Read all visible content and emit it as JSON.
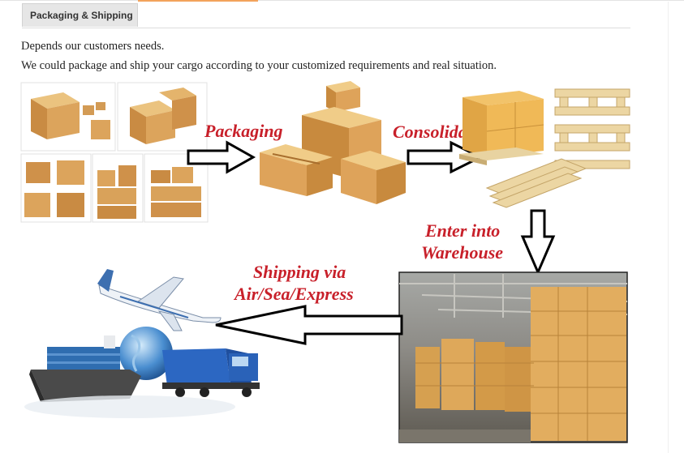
{
  "tab": {
    "label": "Packaging & Shipping"
  },
  "description": {
    "line1": "Depends our customers needs.",
    "line2": "We could package and ship your cargo according to your customized requirements and real situation."
  },
  "flow": {
    "packaging": "Packaging",
    "consolidation": "Consolidation",
    "enter_line1": "Enter into",
    "enter_line2": "Warehouse",
    "shipping_line1": "Shipping via",
    "shipping_line2": "Air/Sea/Express"
  },
  "colors": {
    "label_red": "#c8202a",
    "tab_bg": "#e6e6e6",
    "accent": "#f3a35b",
    "cardboard": "#d9a25a"
  },
  "icons": [
    "box-photo",
    "arrow-right",
    "pallet",
    "arrow-down",
    "warehouse-photo",
    "arrow-left",
    "transport-airplane-ship-truck-globe"
  ]
}
